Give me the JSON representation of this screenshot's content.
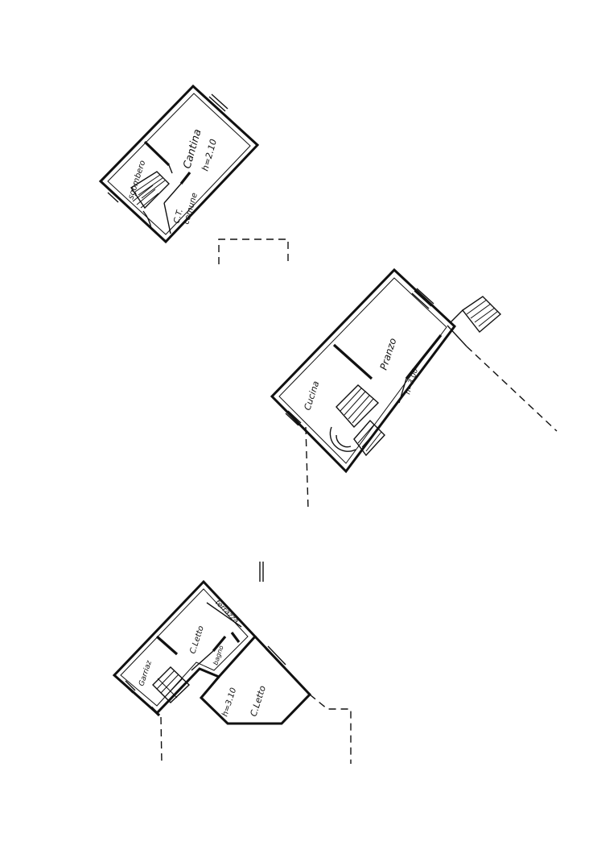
{
  "plans": {
    "basement": {
      "label_storage": "sgombero",
      "label_cellar": "Cantina",
      "label_height": "h=2.10",
      "label_ct": "C.T.",
      "label_comune": "comune"
    },
    "ground": {
      "label_kitchen": "Cucina",
      "label_dining": "Pranzo",
      "label_height": "h=3.00"
    },
    "upper": {
      "label_terrace": "terrazza",
      "label_bedroom": "C.Letto",
      "label_bath": "bagno",
      "label_height": "h=3.10",
      "label_bedroom2": "C.Letto"
    }
  }
}
